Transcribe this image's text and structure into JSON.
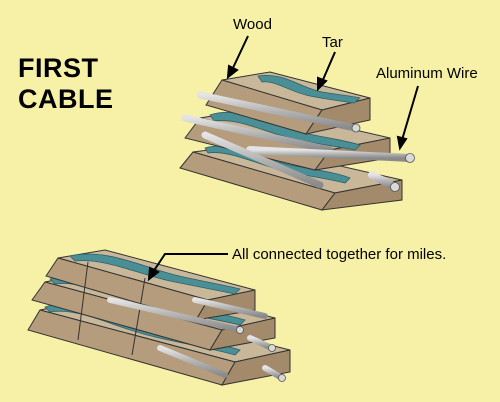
{
  "title": {
    "line1": "FIRST",
    "line2": "CABLE"
  },
  "labels": {
    "wood": "Wood",
    "tar": "Tar",
    "aluminum_wire": "Aluminum Wire",
    "connected": "All connected together for miles."
  },
  "colors": {
    "background": "#f6f1a6",
    "wood_top": "#c9b79a",
    "wood_front": "#b49c7c",
    "wood_end": "#a28a6a",
    "tar": "#4a8f96",
    "wire": "#b8b8b8",
    "outline": "#333333"
  }
}
